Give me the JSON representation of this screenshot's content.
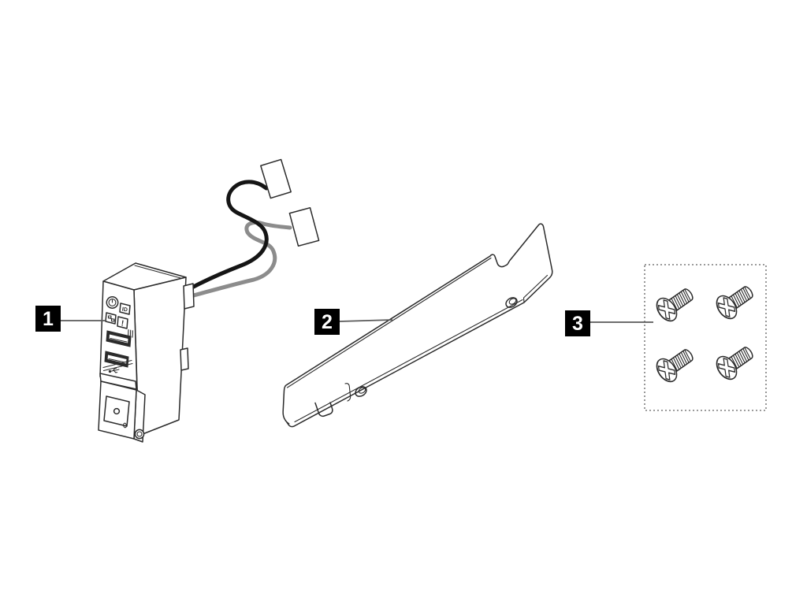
{
  "figure": {
    "background": "#ffffff",
    "colors": {
      "line": "#2b2b2b",
      "cable_black": "#151515",
      "cable_gray": "#8c8c8c",
      "port_fill": "#2b2b2b",
      "callout_bg": "#000000",
      "callout_fg": "#ffffff",
      "leader": "#5a5a5a"
    },
    "callouts": [
      {
        "label": "1",
        "part": "front-io-panel-assembly-with-cables"
      },
      {
        "label": "2",
        "part": "mounting-bracket"
      },
      {
        "label": "3",
        "part": "screws"
      }
    ],
    "screw_count": 4,
    "panel": {
      "id_text": "ID",
      "alert_text": "!",
      "icons": [
        "power-icon",
        "id-badge",
        "network-icon",
        "alert-icon",
        "usb-port",
        "usb-port",
        "usb-symbol-icon"
      ]
    }
  }
}
